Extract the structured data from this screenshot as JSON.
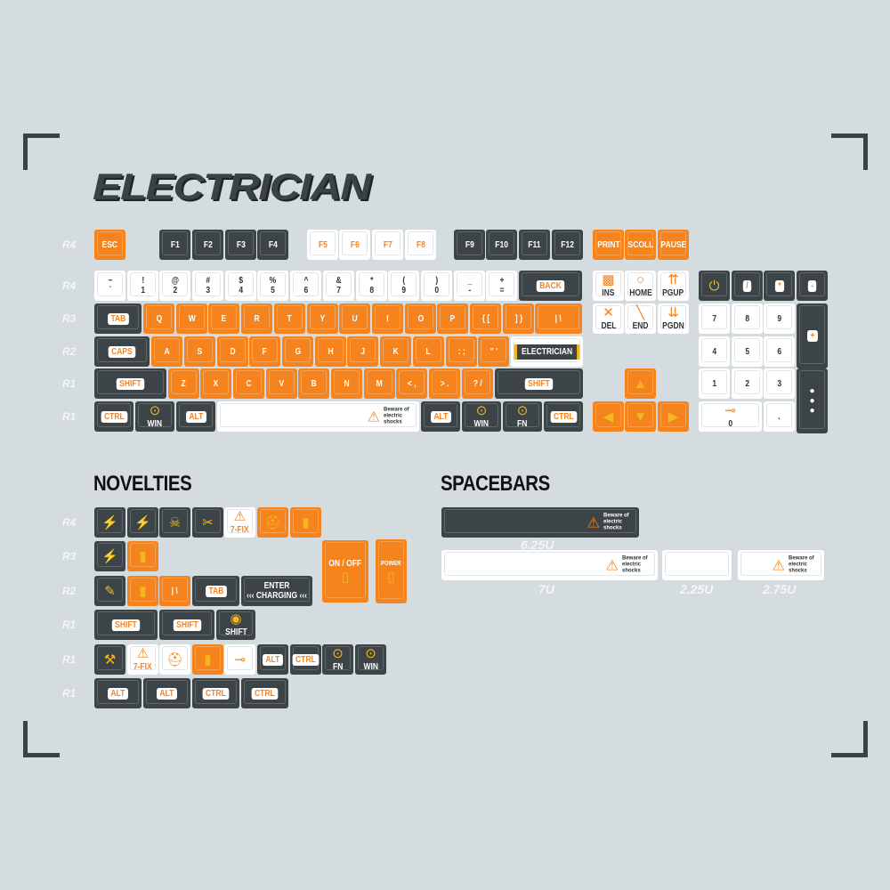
{
  "title": "ELECTRICIAN",
  "colors": {
    "orange": "#f5841f",
    "dark": "#3d4447",
    "white": "#ffffff",
    "background": "#d4dcdf",
    "accent_yellow": "#f5b71f"
  },
  "keyboard": {
    "row_labels": [
      "R4",
      "R4",
      "R3",
      "R2",
      "R1",
      "R1"
    ],
    "rows": [
      [
        {
          "l": "ESC",
          "c": "o"
        },
        {
          "l": "F1",
          "c": "d"
        },
        {
          "l": "F2",
          "c": "d"
        },
        {
          "l": "F3",
          "c": "d"
        },
        {
          "l": "F4",
          "c": "d"
        },
        {
          "l": "F5",
          "c": "w",
          "fg": "o"
        },
        {
          "l": "F6",
          "c": "w",
          "fg": "o"
        },
        {
          "l": "F7",
          "c": "w",
          "fg": "o"
        },
        {
          "l": "F8",
          "c": "w",
          "fg": "o"
        },
        {
          "l": "F9",
          "c": "d"
        },
        {
          "l": "F10",
          "c": "d"
        },
        {
          "l": "F11",
          "c": "d"
        },
        {
          "l": "F12",
          "c": "d"
        },
        {
          "l": "PRINT",
          "c": "o"
        },
        {
          "l": "SCOLL",
          "c": "o"
        },
        {
          "l": "PAUSE",
          "c": "o"
        }
      ],
      [
        {
          "l": "~\n`",
          "c": "w"
        },
        {
          "l": "!\n1",
          "c": "w"
        },
        {
          "l": "@\n2",
          "c": "w"
        },
        {
          "l": "#\n3",
          "c": "w"
        },
        {
          "l": "$\n4",
          "c": "w"
        },
        {
          "l": "%\n5",
          "c": "w"
        },
        {
          "l": "^\n6",
          "c": "w"
        },
        {
          "l": "&\n7",
          "c": "w"
        },
        {
          "l": "*\n8",
          "c": "w"
        },
        {
          "l": "(\n9",
          "c": "w"
        },
        {
          "l": ")\n0",
          "c": "w"
        },
        {
          "l": "_\n-",
          "c": "w"
        },
        {
          "l": "+\n=",
          "c": "w"
        },
        {
          "l": "BACK",
          "c": "d",
          "pill": true
        },
        {
          "l": "INS",
          "c": "w",
          "icon": "cross-hatch"
        },
        {
          "l": "HOME",
          "c": "w",
          "icon": "circle"
        },
        {
          "l": "PGUP",
          "c": "w",
          "icon": "arrows-up"
        },
        {
          "l": "",
          "c": "d",
          "icon": "power"
        },
        {
          "l": "/",
          "c": "d",
          "pill": true
        },
        {
          "l": "*",
          "c": "d",
          "pill": true
        },
        {
          "l": "-",
          "c": "d",
          "pill": true
        }
      ],
      [
        {
          "l": "TAB",
          "c": "d",
          "pill": true
        },
        {
          "l": "Q",
          "c": "o"
        },
        {
          "l": "W",
          "c": "o"
        },
        {
          "l": "E",
          "c": "o"
        },
        {
          "l": "R",
          "c": "o"
        },
        {
          "l": "T",
          "c": "o"
        },
        {
          "l": "Y",
          "c": "o"
        },
        {
          "l": "U",
          "c": "o"
        },
        {
          "l": "I",
          "c": "o"
        },
        {
          "l": "O",
          "c": "o"
        },
        {
          "l": "P",
          "c": "o"
        },
        {
          "l": "{ [",
          "c": "o"
        },
        {
          "l": "] }",
          "c": "o"
        },
        {
          "l": "|   \\",
          "c": "o"
        },
        {
          "l": "DEL",
          "c": "w",
          "icon": "x"
        },
        {
          "l": "END",
          "c": "w",
          "icon": "slash"
        },
        {
          "l": "PGDN",
          "c": "w",
          "icon": "arrows-down"
        },
        {
          "l": "7",
          "c": "w"
        },
        {
          "l": "8",
          "c": "w"
        },
        {
          "l": "9",
          "c": "w"
        },
        {
          "l": "+",
          "c": "d",
          "pill": true
        }
      ],
      [
        {
          "l": "CAPS",
          "c": "d",
          "pill": true
        },
        {
          "l": "A",
          "c": "o"
        },
        {
          "l": "S",
          "c": "o"
        },
        {
          "l": "D",
          "c": "o"
        },
        {
          "l": "F",
          "c": "o"
        },
        {
          "l": "G",
          "c": "o"
        },
        {
          "l": "H",
          "c": "o"
        },
        {
          "l": "J",
          "c": "o"
        },
        {
          "l": "K",
          "c": "o"
        },
        {
          "l": "L",
          "c": "o"
        },
        {
          "l": ": ;",
          "c": "o"
        },
        {
          "l": "\" '",
          "c": "o"
        },
        {
          "l": "ELECTRICIAN",
          "c": "w",
          "badge": true
        },
        {
          "l": "4",
          "c": "w"
        },
        {
          "l": "5",
          "c": "w"
        },
        {
          "l": "6",
          "c": "w"
        }
      ],
      [
        {
          "l": "SHIFT",
          "c": "d",
          "pill": true
        },
        {
          "l": "Z",
          "c": "o"
        },
        {
          "l": "X",
          "c": "o"
        },
        {
          "l": "C",
          "c": "o"
        },
        {
          "l": "V",
          "c": "o"
        },
        {
          "l": "B",
          "c": "o"
        },
        {
          "l": "N",
          "c": "o"
        },
        {
          "l": "M",
          "c": "o"
        },
        {
          "l": "< ,",
          "c": "o"
        },
        {
          "l": "> .",
          "c": "o"
        },
        {
          "l": "? /",
          "c": "o"
        },
        {
          "l": "SHIFT",
          "c": "d",
          "pill": true
        },
        {
          "l": "",
          "c": "o",
          "icon": "arrow-up"
        },
        {
          "l": "1",
          "c": "w"
        },
        {
          "l": "2",
          "c": "w"
        },
        {
          "l": "3",
          "c": "w"
        },
        {
          "l": "",
          "c": "d",
          "icon": "outlets"
        }
      ],
      [
        {
          "l": "CTRL",
          "c": "d",
          "pill": true
        },
        {
          "l": "WIN",
          "c": "d",
          "icon": "socket"
        },
        {
          "l": "ALT",
          "c": "d",
          "pill": true
        },
        {
          "l": "",
          "c": "w",
          "warning": "Beware of electric shocks"
        },
        {
          "l": "ALT",
          "c": "d",
          "pill": true
        },
        {
          "l": "WIN",
          "c": "d",
          "icon": "socket"
        },
        {
          "l": "FN",
          "c": "d",
          "icon": "socket"
        },
        {
          "l": "CTRL",
          "c": "d",
          "pill": true
        },
        {
          "l": "",
          "c": "o",
          "icon": "arrow-left"
        },
        {
          "l": "",
          "c": "o",
          "icon": "arrow-down"
        },
        {
          "l": "",
          "c": "o",
          "icon": "arrow-right"
        },
        {
          "l": "0",
          "c": "w",
          "icon": "plug"
        },
        {
          "l": ".",
          "c": "w"
        }
      ]
    ]
  },
  "novelties": {
    "heading": "NOVELTIES",
    "row_labels": [
      "R4",
      "R3",
      "R2",
      "R1",
      "R1",
      "R1"
    ],
    "rows": [
      [
        {
          "l": "",
          "c": "d",
          "icon": "tester"
        },
        {
          "l": "",
          "c": "d",
          "icon": "plug-hand"
        },
        {
          "l": "",
          "c": "d",
          "icon": "skull"
        },
        {
          "l": "",
          "c": "d",
          "icon": "cutter"
        },
        {
          "l": "7-FIX",
          "c": "w",
          "fg": "o",
          "icon": "warning"
        },
        {
          "l": "",
          "c": "o",
          "icon": "helmet"
        },
        {
          "l": "",
          "c": "o",
          "icon": "switch"
        }
      ],
      [
        {
          "l": "",
          "c": "d",
          "icon": "pliers"
        },
        {
          "l": "",
          "c": "o",
          "icon": "switch"
        }
      ],
      [
        {
          "l": "",
          "c": "d",
          "icon": "screwdriver"
        },
        {
          "l": "",
          "c": "o",
          "icon": "switch"
        },
        {
          "l": "|   \\",
          "c": "o"
        },
        {
          "l": "TAB",
          "c": "d",
          "pill": true
        },
        {
          "l": "ENTER\n‹‹‹ CHARGING ‹‹‹",
          "c": "d"
        }
      ],
      [
        {
          "l": "SHIFT",
          "c": "d",
          "pill": true
        },
        {
          "l": "SHIFT",
          "c": "d",
          "pill": true
        },
        {
          "l": "SHIFT",
          "c": "d",
          "icon": "signal"
        }
      ],
      [
        {
          "l": "",
          "c": "d",
          "icon": "crossed-tools"
        },
        {
          "l": "7-FIX",
          "c": "w",
          "fg": "o",
          "icon": "warning"
        },
        {
          "l": "",
          "c": "w",
          "icon": "helmet"
        },
        {
          "l": "",
          "c": "o",
          "icon": "switch"
        },
        {
          "l": "",
          "c": "w",
          "icon": "plug"
        },
        {
          "l": "ALT",
          "c": "d",
          "pill": true
        },
        {
          "l": "CTRL",
          "c": "d",
          "pill": true
        },
        {
          "l": "FN",
          "c": "d",
          "icon": "socket"
        },
        {
          "l": "WIN",
          "c": "d",
          "icon": "socket"
        }
      ],
      [
        {
          "l": "ALT",
          "c": "d",
          "pill": true
        },
        {
          "l": "ALT",
          "c": "d",
          "pill": true
        },
        {
          "l": "CTRL",
          "c": "d",
          "pill": true
        },
        {
          "l": "CTRL",
          "c": "d",
          "pill": true
        }
      ]
    ],
    "on_off": {
      "l": "ON / OFF",
      "c": "o",
      "icon": "rocker-switch"
    },
    "power": {
      "l": "POWER",
      "c": "o",
      "icon": "battery"
    }
  },
  "spacebars": {
    "heading": "SPACEBARS",
    "keys": [
      {
        "size": "6.25U",
        "c": "d",
        "warning": "Beware of electric shocks"
      },
      {
        "size": "7U",
        "c": "w",
        "warning": "Beware of electric shocks"
      },
      {
        "size": "2.25U",
        "c": "w",
        "warning": ""
      },
      {
        "size": "2.75U",
        "c": "w",
        "warning": "Beware of electric shocks"
      }
    ]
  }
}
